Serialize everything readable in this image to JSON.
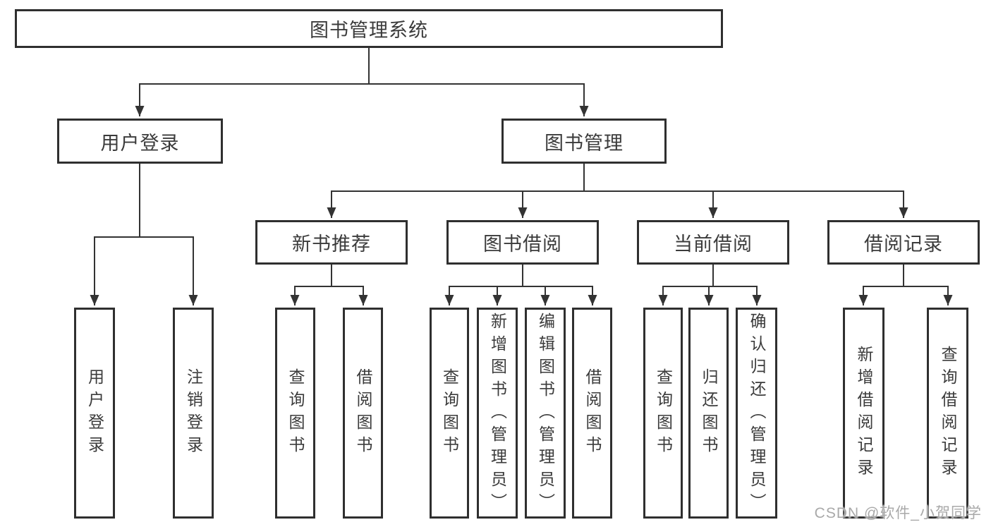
{
  "root": {
    "label": "图书管理系统"
  },
  "level2": [
    {
      "label": "用户登录"
    },
    {
      "label": "图书管理"
    }
  ],
  "level3": [
    {
      "label": "新书推荐"
    },
    {
      "label": "图书借阅"
    },
    {
      "label": "当前借阅"
    },
    {
      "label": "借阅记录"
    }
  ],
  "leaves": {
    "login": [
      "用户登录",
      "注销登录"
    ],
    "recommend": [
      "查询图书",
      "借阅图书"
    ],
    "borrow": [
      "查询图书",
      "新增图书（管理员）",
      "编辑图书（管理员）",
      "借阅图书"
    ],
    "current": [
      "查询图书",
      "归还图书",
      "确认归还（管理员）"
    ],
    "records": [
      "新增借阅记录",
      "查询借阅记录"
    ]
  },
  "watermark": "CSDN @软件_小贺同学",
  "colors": {
    "line": "#333333",
    "box_border": "#2f2f2f",
    "text": "#3b3b3b",
    "watermark": "#a9a9a9",
    "background": "#ffffff"
  }
}
